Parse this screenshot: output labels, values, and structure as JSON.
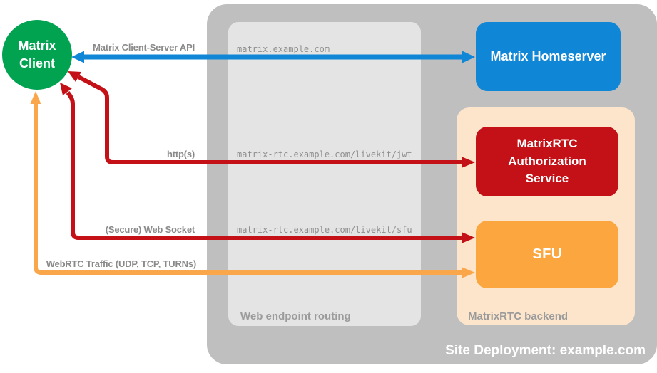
{
  "nodes": {
    "client": {
      "label": "Matrix Client"
    },
    "homeserver": {
      "label": "Matrix Homeserver"
    },
    "auth": {
      "label": "MatrixRTC Authorization Service"
    },
    "sfu": {
      "label": "SFU"
    }
  },
  "containers": {
    "site": {
      "label": "Site Deployment: example.com"
    },
    "routing": {
      "label": "Web endpoint routing"
    },
    "backend": {
      "label": "MatrixRTC backend"
    }
  },
  "endpoints": [
    {
      "path": "matrix.example.com"
    },
    {
      "path": "matrix-rtc.example.com/livekit/jwt"
    },
    {
      "path": "matrix-rtc.example.com/livekit/sfu"
    }
  ],
  "arrows": [
    {
      "label": "Matrix Client-Server API",
      "color": "#0f86d6",
      "direction": "bidirectional",
      "from": "Matrix Client",
      "to": "Matrix Homeserver"
    },
    {
      "label": "http(s)",
      "color": "#c41117",
      "direction": "bidirectional",
      "from": "Matrix Client",
      "to": "MatrixRTC Authorization Service"
    },
    {
      "label": "(Secure) Web Socket",
      "color": "#c41117",
      "direction": "bidirectional",
      "from": "Matrix Client",
      "to": "SFU"
    },
    {
      "label": "WebRTC Traffic (UDP, TCP, TURNs)",
      "color": "#f9a74a",
      "direction": "bidirectional",
      "from": "Matrix Client",
      "to": "SFU"
    }
  ],
  "colors": {
    "client_green": "#01a351",
    "homeserver_blue": "#0f86d6",
    "auth_red": "#c41117",
    "sfu_orange": "#fba63e",
    "webrtc_arrow_orange": "#f9a74a",
    "backend_peach": "#fce5cb",
    "outer_gray": "#bfbfbf",
    "inner_gray": "#e4e4e4",
    "label_gray": "#8a8a8a",
    "mono_gray": "#8f8f8f",
    "zone_label_gray": "#9b9b9b",
    "site_label_white": "#ffffff"
  }
}
